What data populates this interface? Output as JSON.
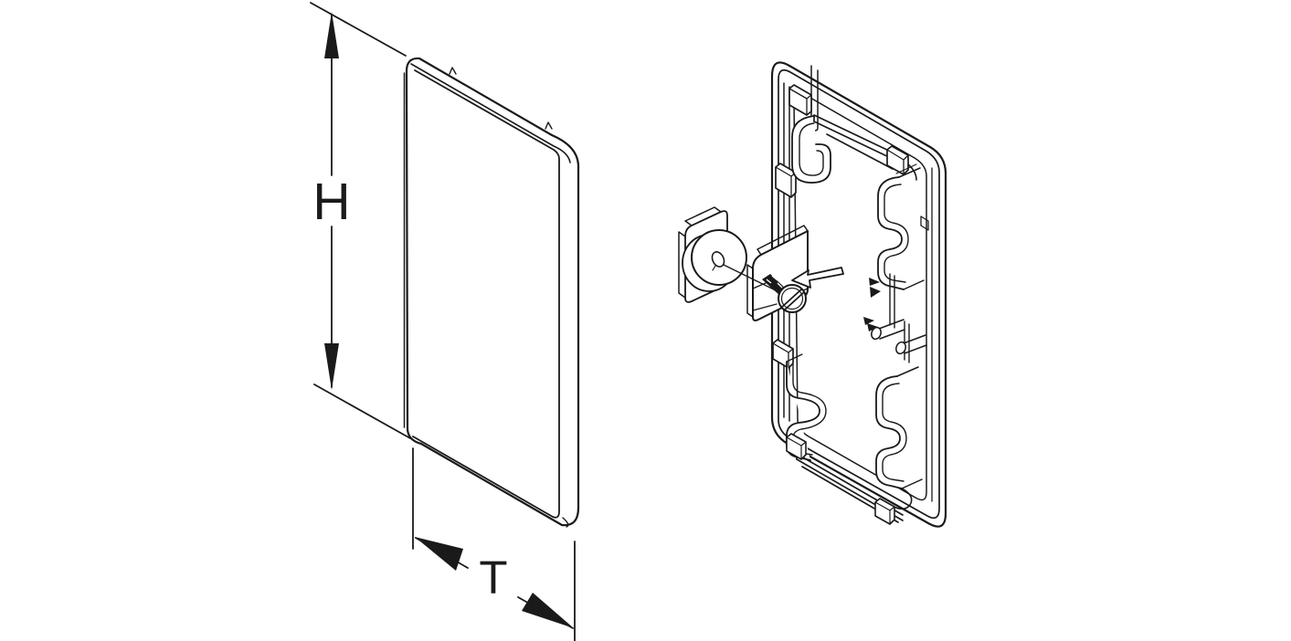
{
  "page": {
    "background": "#ffffff",
    "line_color": "#1a1a1a"
  },
  "drawing": {
    "type": "exploded-isometric-technical-drawing",
    "dimensions": {
      "height_label": "H",
      "thickness_label": "T"
    },
    "parts": [
      {
        "name": "end-cap-front-view"
      },
      {
        "name": "end-cap-back-view"
      },
      {
        "name": "retaining-disc"
      },
      {
        "name": "fixing-screw"
      }
    ]
  }
}
